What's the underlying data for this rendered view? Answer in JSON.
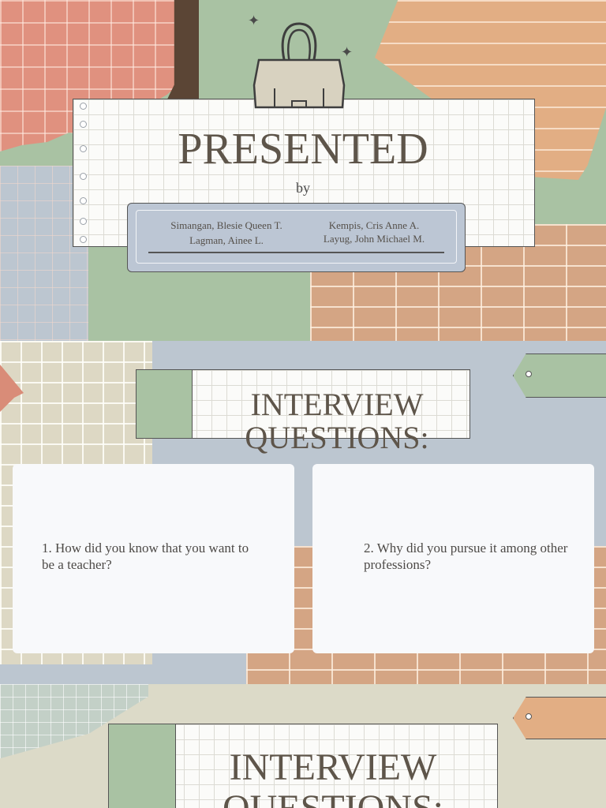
{
  "slide1": {
    "title": "PRESENTED",
    "by": "by",
    "names": {
      "left_1": "Simangan, Blesie Queen T.",
      "left_2": "Lagman, Ainee L.",
      "right_1": "Kempis, Cris Anne A.",
      "right_2": "Layug, John Michael M."
    }
  },
  "slide2": {
    "title_line1": "INTERVIEW",
    "title_line2": "QUESTIONS:",
    "question_1": "1. How did you know that you want to be a teacher?",
    "question_2": "2. Why did you pursue it among other professions?"
  },
  "slide3": {
    "title_line1": "INTERVIEW",
    "title_line2": "QUESTIONS:"
  },
  "colors": {
    "sage": "#a9c2a3",
    "salmon": "#e0917f",
    "orange": "#e2ae84",
    "tan": "#d4a584",
    "slate": "#bcc6d0",
    "brown_text": "#5e554a"
  },
  "icons": [
    "binder-clip-icon",
    "sparkle-icon",
    "tag-icon"
  ]
}
